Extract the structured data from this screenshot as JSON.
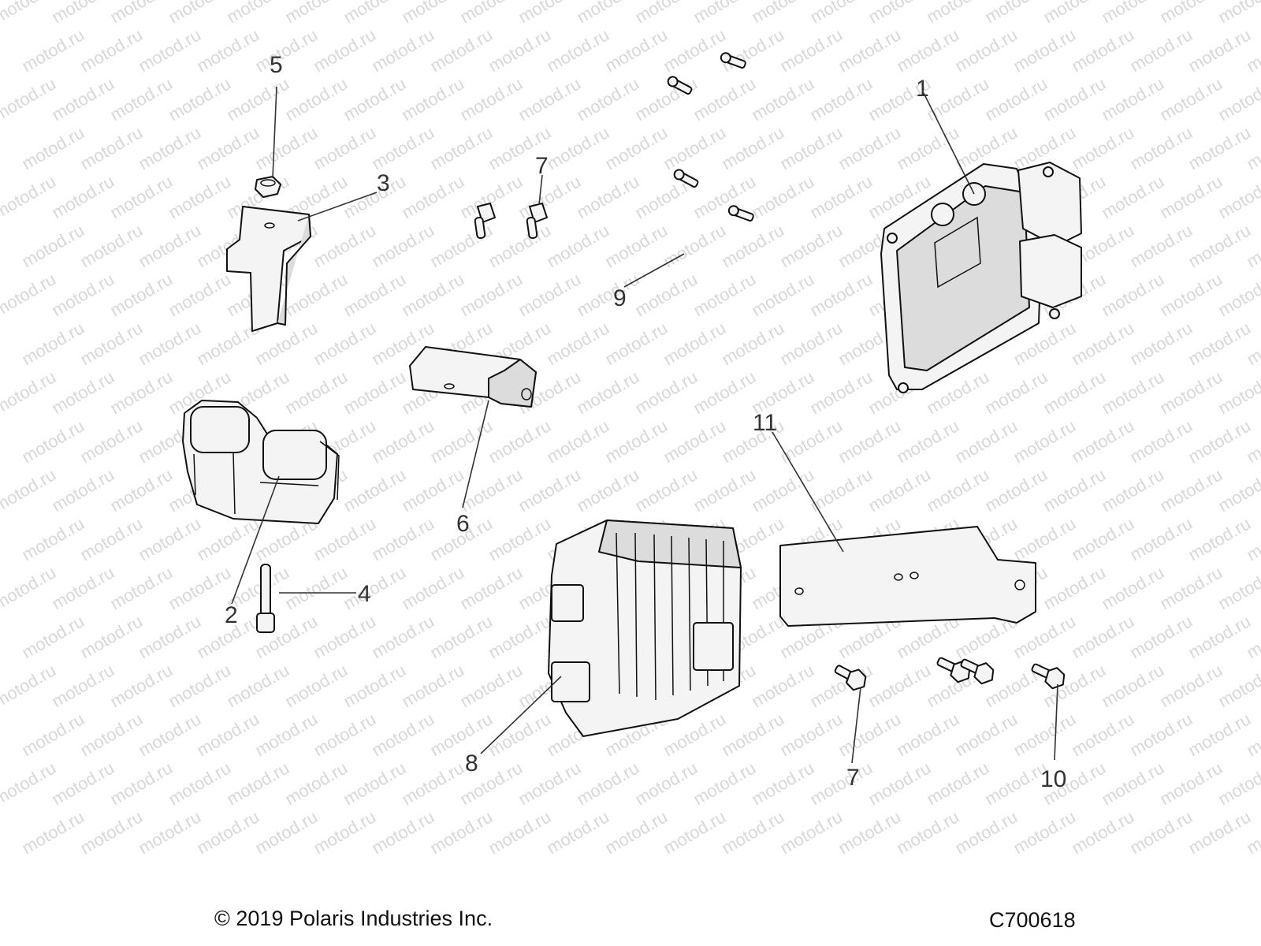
{
  "watermark": "motod.ru",
  "callouts": {
    "c1": "1",
    "c2": "2",
    "c3": "3",
    "c4": "4",
    "c5": "5",
    "c6": "6",
    "c7a": "7",
    "c7b": "7",
    "c8": "8",
    "c9": "9",
    "c10": "10",
    "c11": "11"
  },
  "footer": {
    "copyright": "© 2019 Polaris Industries Inc.",
    "figure_code": "C700618"
  }
}
